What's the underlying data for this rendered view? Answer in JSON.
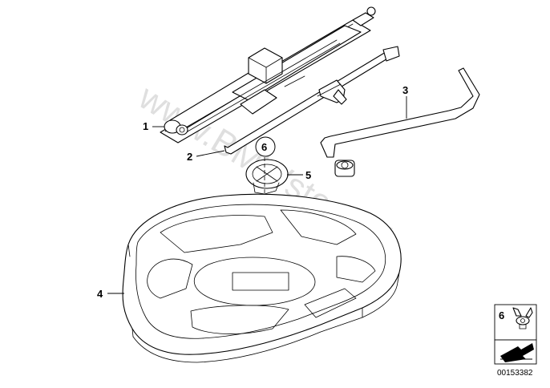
{
  "watermark": "www.BMWstore.pl",
  "callouts": {
    "jack": "1",
    "jack_crank": "2",
    "wheel_wrench": "3",
    "foam_tray": "4",
    "cap_5": "5",
    "cap_6": "6"
  },
  "legend": {
    "item_label": "6",
    "part_icon": "wing-nut-icon",
    "arrow_icon": "direction-arrow-icon",
    "reference_number": "00153382"
  }
}
